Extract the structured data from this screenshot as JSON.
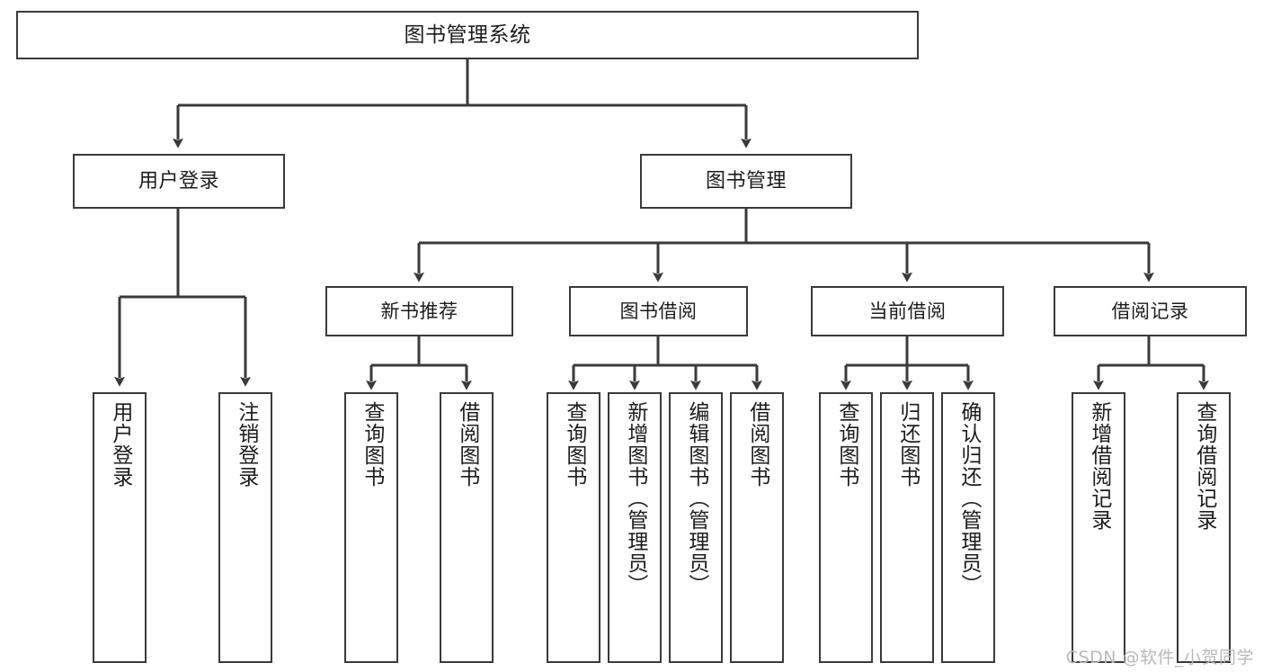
{
  "diagram": {
    "title": "图书管理系统",
    "type": "tree-hierarchy-diagram",
    "colors": {
      "stroke": "#3a3a3a",
      "fill": "#ffffff",
      "text": "#1c1c1c",
      "watermark": "#b9b9b9"
    },
    "nodes": {
      "root": {
        "label": "图书管理系统"
      },
      "level2": [
        {
          "label": "用户登录"
        },
        {
          "label": "图书管理"
        }
      ],
      "level3": [
        {
          "label": "新书推荐"
        },
        {
          "label": "图书借阅"
        },
        {
          "label": "当前借阅"
        },
        {
          "label": "借阅记录"
        }
      ],
      "leaves_user_login": [
        {
          "label": "用户登录"
        },
        {
          "label": "注销登录"
        }
      ],
      "leaves_new_book": [
        {
          "label": "查询图书"
        },
        {
          "label": "借阅图书"
        }
      ],
      "leaves_borrow": [
        {
          "label": "查询图书"
        },
        {
          "label": "新增图书（管理员）"
        },
        {
          "label": "编辑图书（管理员）"
        },
        {
          "label": "借阅图书"
        }
      ],
      "leaves_current": [
        {
          "label": "查询图书"
        },
        {
          "label": "归还图书"
        },
        {
          "label": "确认归还（管理员）"
        }
      ],
      "leaves_record": [
        {
          "label": "新增借阅记录"
        },
        {
          "label": "查询借阅记录"
        }
      ]
    },
    "watermark": "CSDN @软件_小贺同学"
  }
}
